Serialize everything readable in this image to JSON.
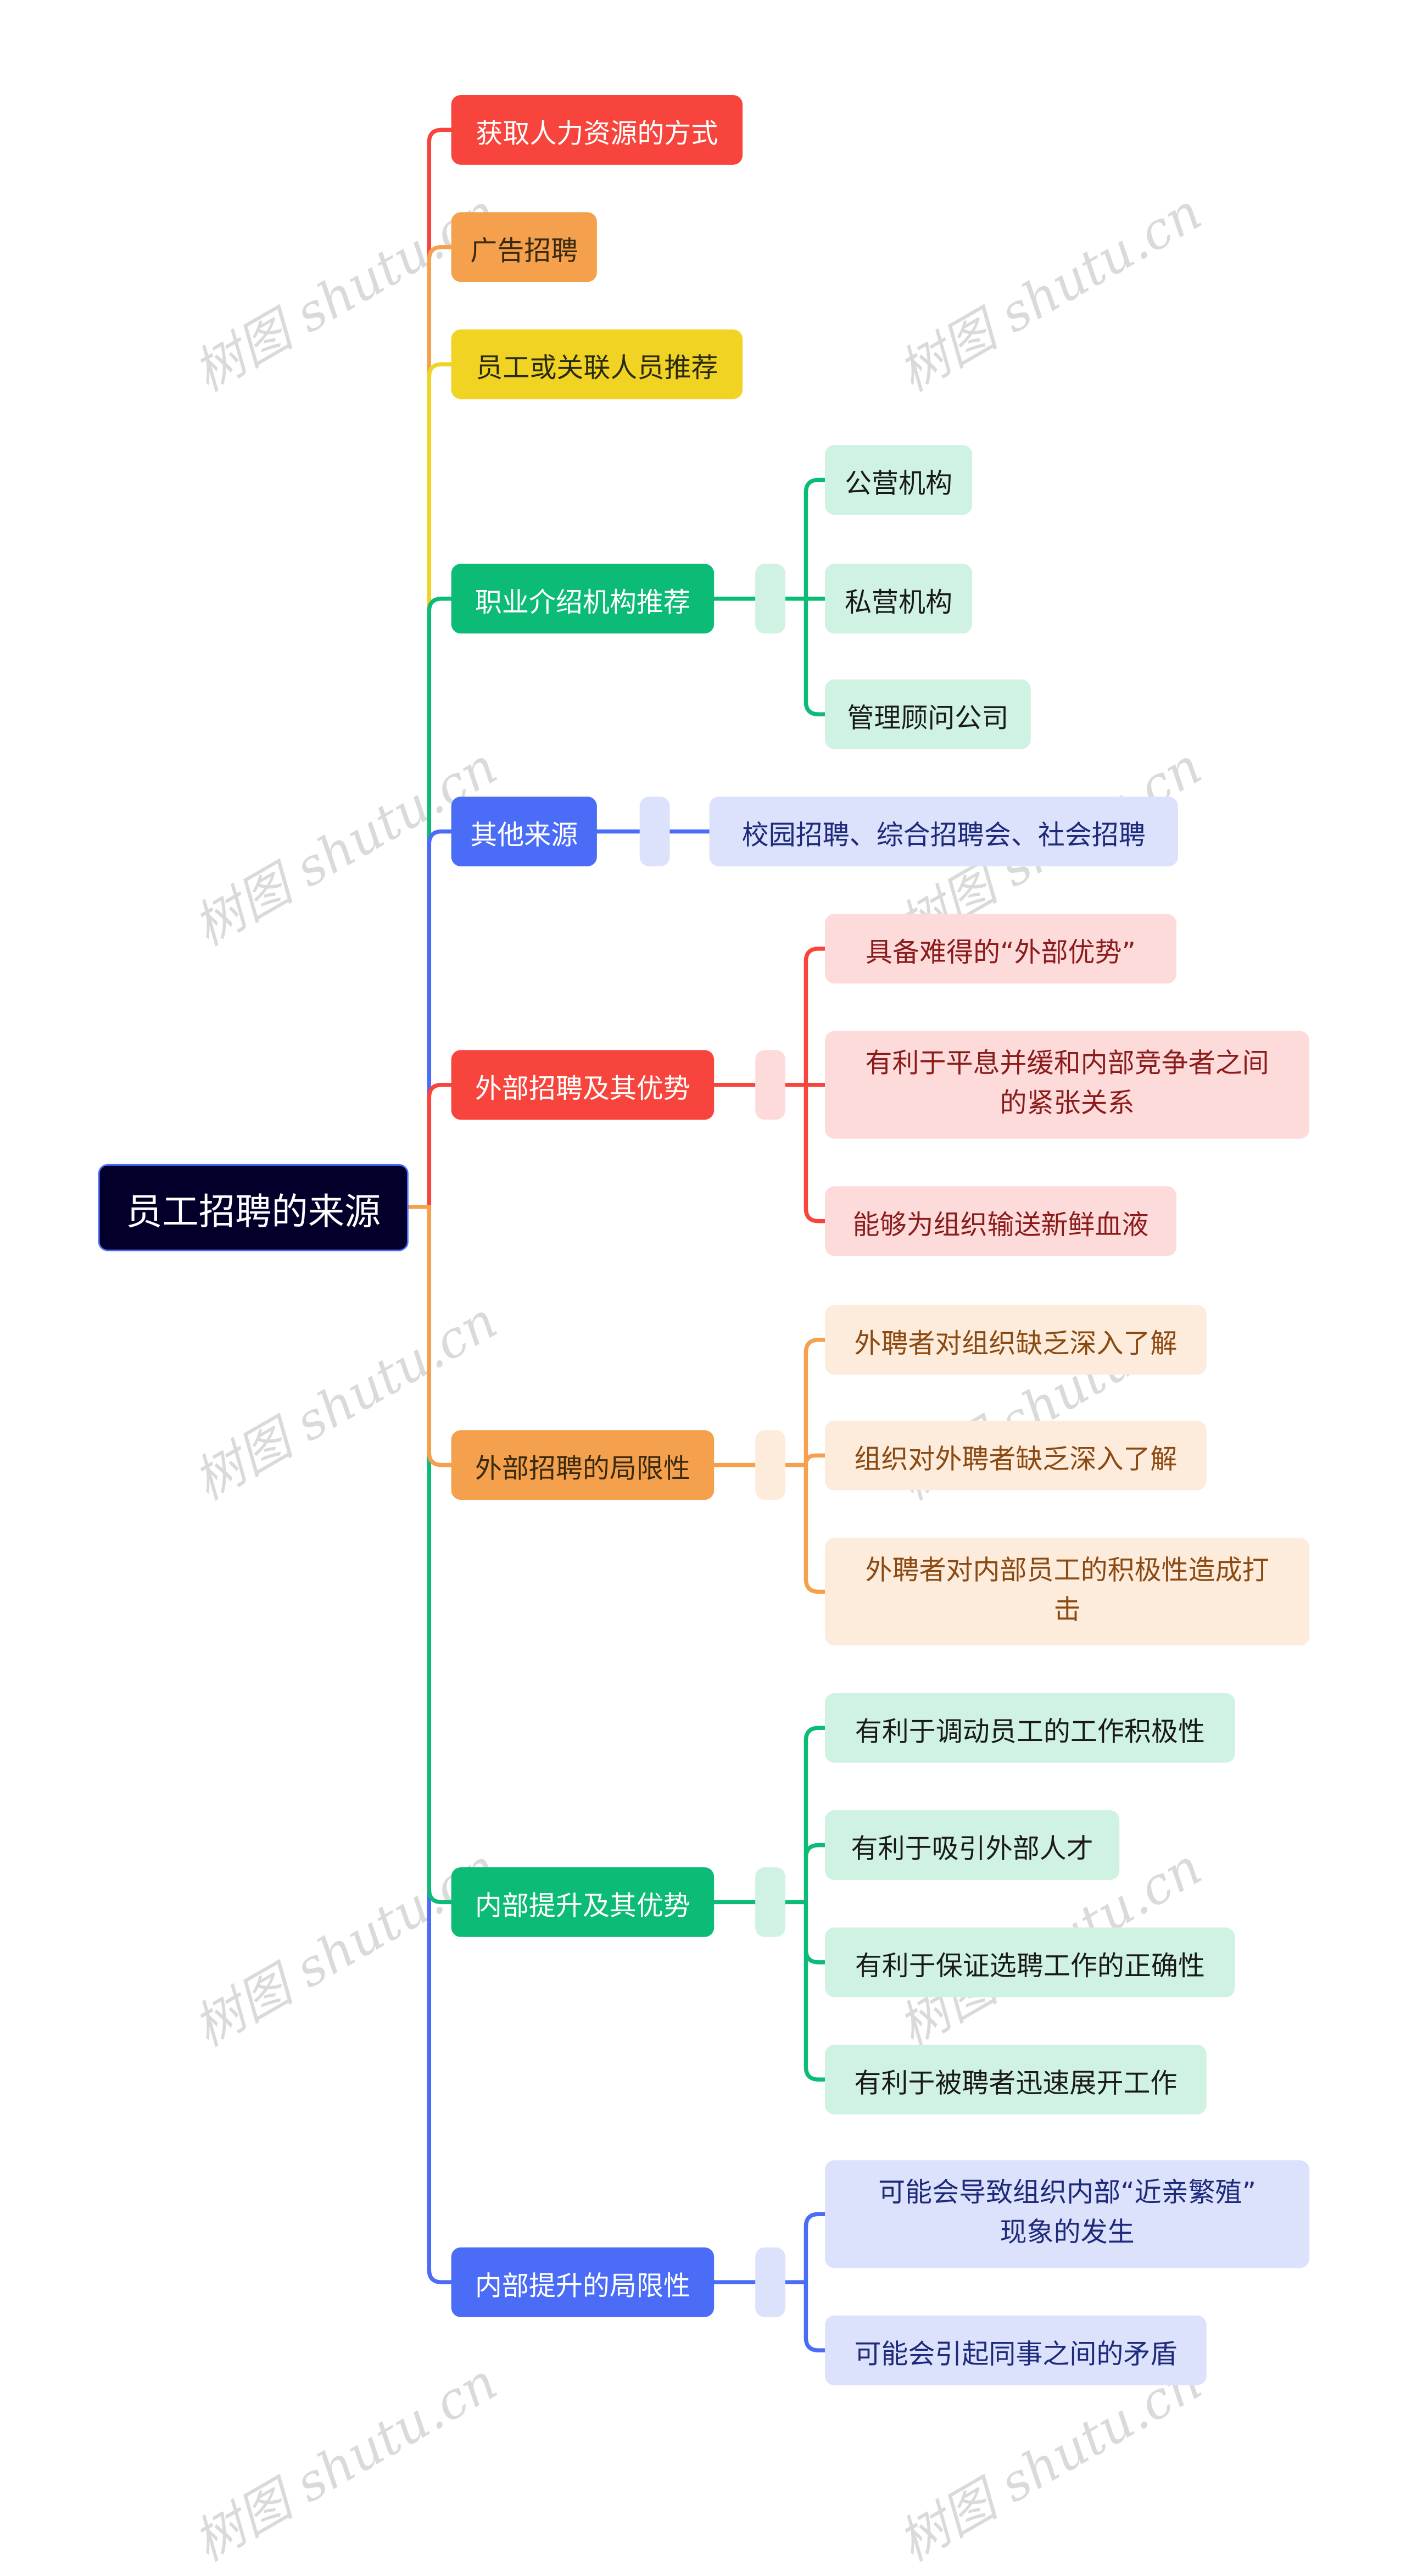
{
  "root": {
    "label": "员工招聘的来源"
  },
  "colors": {
    "red": "#F7453D",
    "orange": "#F5A04C",
    "yellow": "#F0D323",
    "green": "#0CBB76",
    "blue": "#4A6CF7",
    "root_bg": "#02002A"
  },
  "branches": [
    {
      "label": "获取人力资源的方式"
    },
    {
      "label": "广告招聘"
    },
    {
      "label": "员工或关联人员推荐"
    },
    {
      "label": "职业介绍机构推荐",
      "children": [
        "公营机构",
        "私营机构",
        "管理顾问公司"
      ]
    },
    {
      "label": "其他来源",
      "children": [
        "校园招聘、综合招聘会、社会招聘"
      ]
    },
    {
      "label": "外部招聘及其优势",
      "children": [
        {
          "lines": [
            "具备难得的“外部优势”"
          ]
        },
        {
          "lines": [
            "有利于平息并缓和内部竞争者之间",
            "的紧张关系"
          ]
        },
        {
          "lines": [
            "能够为组织输送新鲜血液"
          ]
        }
      ]
    },
    {
      "label": "外部招聘的局限性",
      "children": [
        {
          "lines": [
            "外聘者对组织缺乏深入了解"
          ]
        },
        {
          "lines": [
            "组织对外聘者缺乏深入了解"
          ]
        },
        {
          "lines": [
            "外聘者对内部员工的积极性造成打",
            "击"
          ]
        }
      ]
    },
    {
      "label": "内部提升及其优势",
      "children": [
        "有利于调动员工的工作积极性",
        "有利于吸引外部人才",
        "有利于保证选聘工作的正确性",
        "有利于被聘者迅速展开工作"
      ]
    },
    {
      "label": "内部提升的局限性",
      "children": [
        {
          "lines": [
            "可能会导致组织内部“近亲繁殖”",
            "现象的发生"
          ]
        },
        {
          "lines": [
            "可能会引起同事之间的矛盾"
          ]
        }
      ]
    }
  ],
  "watermark": "树图 shutu.cn"
}
